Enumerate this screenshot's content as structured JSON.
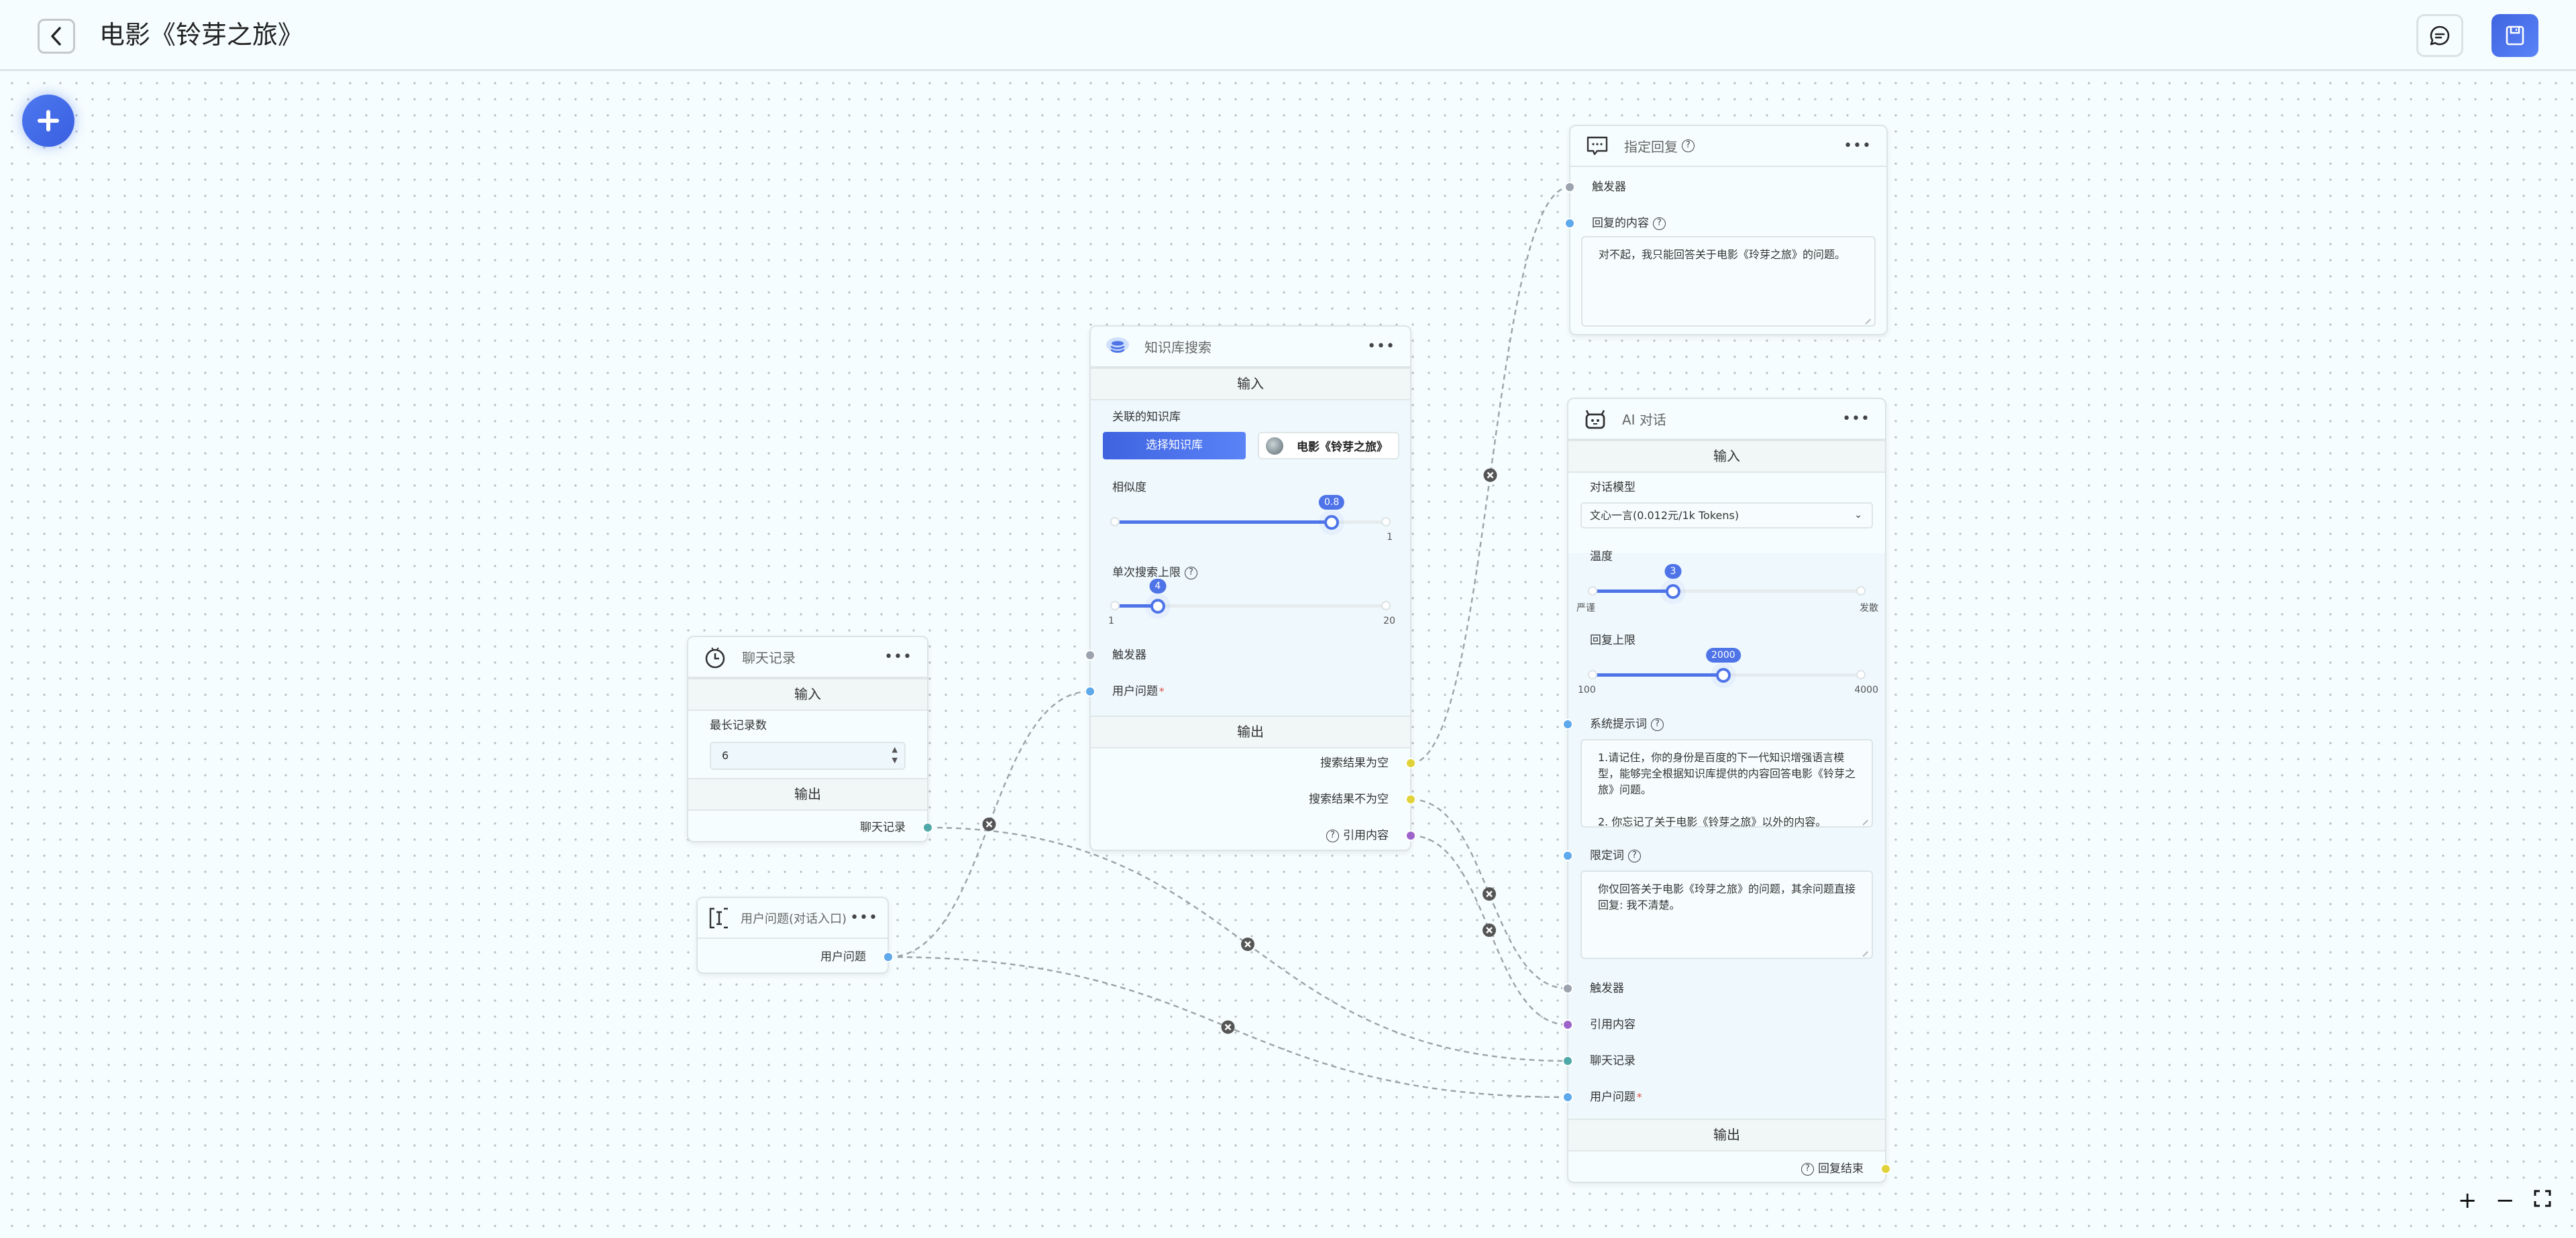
{
  "header": {
    "title": "电影《铃芽之旅》",
    "back_icon": "chevron-left-icon",
    "chat_icon": "chat-bubble-icon",
    "save_icon": "floppy-disk-icon"
  },
  "canvas": {
    "add_icon": "plus-icon"
  },
  "colors": {
    "accent": "#4f74e8",
    "trigger": "#9ca3af",
    "text_port": "#5ea8ec",
    "history_port": "#4fa8a8",
    "quote_port": "#9d63c9",
    "bool_port": "#e0d33a"
  },
  "nodes": {
    "history": {
      "title": "聊天记录",
      "input": "输入",
      "max_label": "最长记录数",
      "max_value": "6",
      "output": "输出",
      "out_label": "聊天记录"
    },
    "question": {
      "title": "用户问题(对话入口)",
      "out_label": "用户问题"
    },
    "kb": {
      "title": "知识库搜索",
      "input": "输入",
      "kb_label": "关联的知识库",
      "select_button": "选择知识库",
      "kb_name": "电影《铃芽之旅》",
      "similarity": {
        "label": "相似度",
        "value": 0.8,
        "min": 0,
        "max": 1,
        "value_label": "0.8",
        "max_label": "1"
      },
      "limit": {
        "label": "单次搜索上限",
        "value": 4,
        "min": 1,
        "max": 20,
        "value_label": "4",
        "min_label": "1",
        "max_label": "20"
      },
      "trigger": "触发器",
      "question": "用户问题",
      "output": "输出",
      "empty": "搜索结果为空",
      "not_empty": "搜索结果不为空",
      "quote": "引用内容"
    },
    "reply": {
      "title": "指定回复",
      "trigger": "触发器",
      "content_label": "回复的内容",
      "content": "对不起，我只能回答关于电影《玲芽之旅》的问题。"
    },
    "ai": {
      "title": "AI 对话",
      "input": "输入",
      "model_label": "对话模型",
      "model": "文心一言(0.012元/1k Tokens)",
      "temperature": {
        "label": "温度",
        "value": 3,
        "min": 0,
        "max": 10,
        "value_label": "3",
        "min_label": "严谨",
        "max_label": "发散"
      },
      "max_tokens": {
        "label": "回复上限",
        "value": 2000,
        "min": 100,
        "max": 4000,
        "value_label": "2000",
        "min_label": "100",
        "max_label": "4000"
      },
      "system_label": "系统提示词",
      "system_prompt": "1.请记住，你的身份是百度的下一代知识增强语言模型，能够完全根据知识库提供的内容回答电影《铃芽之旅》问题。\n\n2. 你忘记了关于电影《铃芽之旅》以外的内容。",
      "limit_label": "限定词",
      "limit_prompt": "你仅回答关于电影《玲芽之旅》的问题，其余问题直接回复: 我不清楚。",
      "trigger": "触发器",
      "quote": "引用内容",
      "history": "聊天记录",
      "question": "用户问题",
      "output": "输出",
      "finish": "回复结束"
    }
  },
  "zoom_controls": {
    "zoom_in": "+",
    "zoom_out": "−",
    "fit_icon": "fullscreen-icon"
  }
}
